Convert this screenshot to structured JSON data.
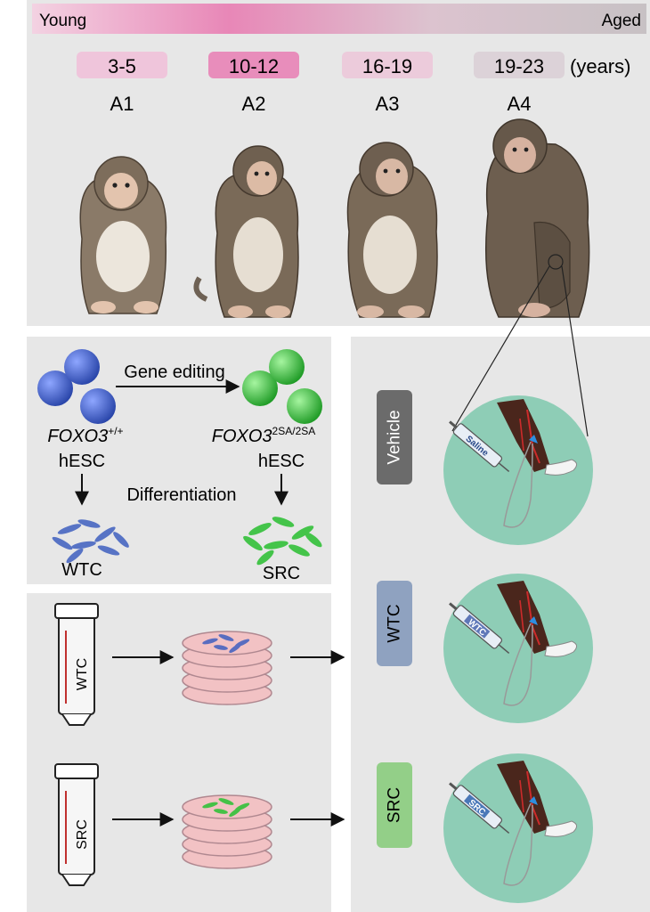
{
  "header": {
    "left_label": "Young",
    "right_label": "Aged"
  },
  "age_groups": [
    {
      "range": "3-5",
      "group": "A1"
    },
    {
      "range": "10-12",
      "group": "A2"
    },
    {
      "range": "16-19",
      "group": "A3"
    },
    {
      "range": "19-23",
      "group": "A4"
    }
  ],
  "age_unit": "(years)",
  "editing": {
    "arrow_label": "Gene editing",
    "diff_label": "Differentiation",
    "wt_gene": "FOXO3",
    "wt_sup": "+/+",
    "mut_gene": "FOXO3",
    "mut_sup": "2SA/2SA",
    "cell_line_left": "hESC",
    "cell_line_right": "hESC",
    "wt_cells": "WTC",
    "src_cells": "SRC"
  },
  "vials": {
    "wt_label": "WTC",
    "src_label": "SRC"
  },
  "treatments": [
    {
      "label": "Vehicle",
      "syringe": "Saline"
    },
    {
      "label": "WTC",
      "syringe": "WTC"
    },
    {
      "label": "SRC",
      "syringe": "SRC"
    }
  ],
  "colors": {
    "blue_cells": "#3f5fc0",
    "green_cells": "#33c13a",
    "vehicle_tag": "#6b6b6b",
    "wtc_tag": "#8fa2c0",
    "src_tag": "#93cf88",
    "circle": "#8ecdb6",
    "age_tag_A1": "#efc5db",
    "age_tag_A2": "#e88dbb",
    "age_tag_A3": "#eccbdb",
    "age_tag_A4": "#dcd2d8"
  }
}
